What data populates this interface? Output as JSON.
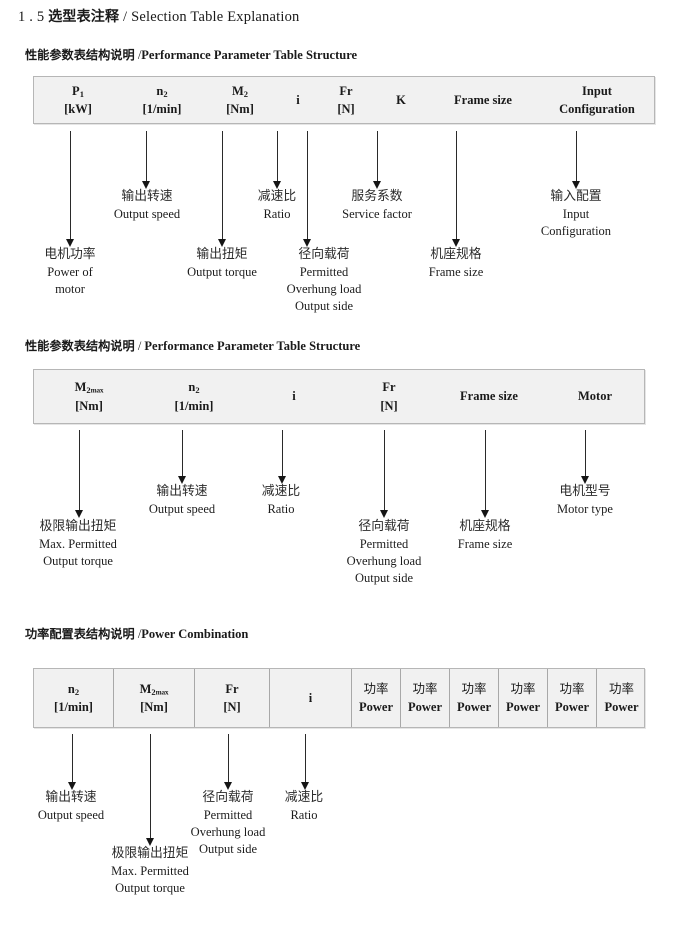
{
  "document": {
    "title_number": "1 . 5",
    "title_cn": "选型表注释",
    "title_sep": "/",
    "title_en": "Selection Table Explanation"
  },
  "sections": [
    {
      "heading_cn": "性能参数表结构说明",
      "heading_sep": "/",
      "heading_en": "Performance Parameter Table Structure",
      "table": {
        "divided": false,
        "columns": [
          {
            "name": "p1",
            "line1": "P₁",
            "line2": "[kW]"
          },
          {
            "name": "n2",
            "line1": "n₂",
            "line2": "[1/min]"
          },
          {
            "name": "m2",
            "line1": "M₂",
            "line2": "[Nm]"
          },
          {
            "name": "i",
            "line1": "i",
            "line2": ""
          },
          {
            "name": "fr",
            "line1": "Fr",
            "line2": "[N]"
          },
          {
            "name": "k",
            "line1": "K",
            "line2": ""
          },
          {
            "name": "frame-size",
            "line1": "Frame size",
            "line2": ""
          },
          {
            "name": "input-configuration",
            "line1": "Input",
            "line2": "Configuration"
          }
        ]
      },
      "callouts": [
        {
          "name": "power-of-motor",
          "cn": "电机功率",
          "en": [
            "Power of",
            "motor"
          ]
        },
        {
          "name": "output-speed",
          "cn": "输出转速",
          "en": [
            "Output speed"
          ]
        },
        {
          "name": "output-torque",
          "cn": "输出扭矩",
          "en": [
            "Output torque"
          ]
        },
        {
          "name": "ratio",
          "cn": "减速比",
          "en": [
            "Ratio"
          ]
        },
        {
          "name": "permitted-overhung-load",
          "cn": "径向载荷",
          "en": [
            "Permitted",
            "Overhung load",
            "Output side"
          ]
        },
        {
          "name": "service-factor",
          "cn": "服务系数",
          "en": [
            "Service factor"
          ]
        },
        {
          "name": "frame-size",
          "cn": "机座规格",
          "en": [
            "Frame size"
          ]
        },
        {
          "name": "input-configuration",
          "cn": "输入配置",
          "en": [
            "Input",
            "Configuration"
          ]
        }
      ]
    },
    {
      "heading_cn": "性能参数表结构说明",
      "heading_sep": "/",
      "heading_en": "Performance Parameter Table Structure",
      "table": {
        "divided": false,
        "columns": [
          {
            "name": "m2max",
            "line1": "M₂max",
            "line2": "[Nm]"
          },
          {
            "name": "n2",
            "line1": "n₂",
            "line2": "[1/min]"
          },
          {
            "name": "i",
            "line1": "i",
            "line2": ""
          },
          {
            "name": "fr",
            "line1": "Fr",
            "line2": "[N]"
          },
          {
            "name": "frame-size",
            "line1": "Frame size",
            "line2": ""
          },
          {
            "name": "motor",
            "line1": "Motor",
            "line2": ""
          }
        ]
      },
      "callouts": [
        {
          "name": "max-permitted-output-torque",
          "cn": "极限输出扭矩",
          "en": [
            "Max. Permitted",
            "Output  torque"
          ]
        },
        {
          "name": "output-speed",
          "cn": "输出转速",
          "en": [
            "Output speed"
          ]
        },
        {
          "name": "ratio",
          "cn": "减速比",
          "en": [
            "Ratio"
          ]
        },
        {
          "name": "permitted-overhung-load",
          "cn": "径向载荷",
          "en": [
            "Permitted",
            "Overhung load",
            "Output side"
          ]
        },
        {
          "name": "frame-size",
          "cn": "机座规格",
          "en": [
            "Frame size"
          ]
        },
        {
          "name": "motor-type",
          "cn": "电机型号",
          "en": [
            "Motor type"
          ]
        }
      ]
    },
    {
      "heading_cn": "功率配置表结构说明",
      "heading_sep": "/",
      "heading_en": "Power Combination",
      "table": {
        "divided": true,
        "columns": [
          {
            "name": "n2",
            "line1": "n₂",
            "line2": "[1/min]"
          },
          {
            "name": "m2max",
            "line1": "M₂max",
            "line2": "[Nm]"
          },
          {
            "name": "fr",
            "line1": "Fr",
            "line2": "[N]"
          },
          {
            "name": "i",
            "line1": "i",
            "line2": ""
          },
          {
            "name": "power-1",
            "line1": "功率",
            "line2": "Power"
          },
          {
            "name": "power-2",
            "line1": "功率",
            "line2": "Power"
          },
          {
            "name": "power-3",
            "line1": "功率",
            "line2": "Power"
          },
          {
            "name": "power-4",
            "line1": "功率",
            "line2": "Power"
          },
          {
            "name": "power-5",
            "line1": "功率",
            "line2": "Power"
          },
          {
            "name": "power-6",
            "line1": "功率",
            "line2": "Power"
          }
        ]
      },
      "callouts": [
        {
          "name": "output-speed",
          "cn": "输出转速",
          "en": [
            "Output speed"
          ]
        },
        {
          "name": "max-permitted-output-torque",
          "cn": "极限输出扭矩",
          "en": [
            "Max. Permitted",
            "Output  torque"
          ]
        },
        {
          "name": "permitted-overhung-load",
          "cn": "径向载荷",
          "en": [
            "Permitted",
            "Overhung load",
            "Output side"
          ]
        },
        {
          "name": "ratio",
          "cn": "减速比",
          "en": [
            "Ratio"
          ]
        }
      ]
    }
  ]
}
